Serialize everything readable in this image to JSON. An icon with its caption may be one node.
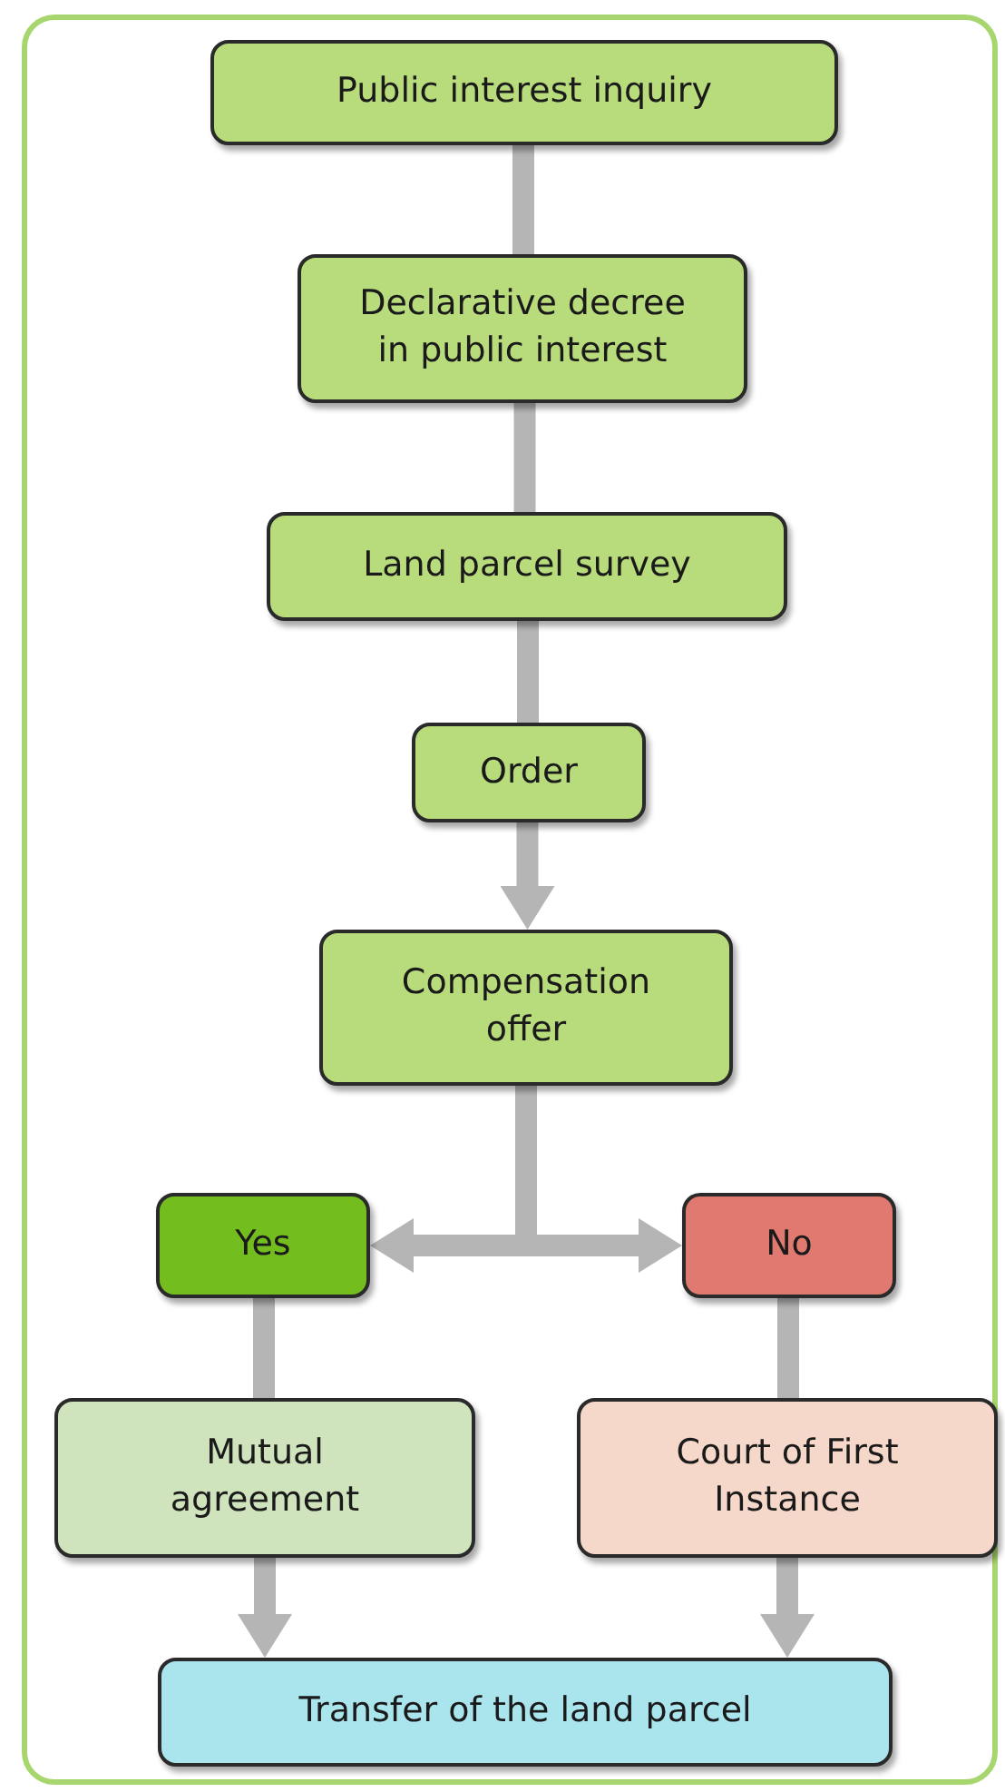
{
  "diagram": {
    "nodes": [
      {
        "text": [
          "Public interest inquiry"
        ]
      },
      {
        "text": [
          "Declarative decree in public interest"
        ]
      },
      {
        "text": [
          "Land parcel survey"
        ]
      },
      {
        "text": [
          "Order"
        ]
      },
      {
        "text": [
          "Compensation offer"
        ]
      },
      {
        "text": [
          "Yes"
        ]
      },
      {
        "text": [
          "No"
        ]
      },
      {
        "text": [
          "Mutual agreement"
        ]
      },
      {
        "text": [
          "Court of First Instance"
        ]
      },
      {
        "text": [
          "Transfer of the land parcel"
        ]
      }
    ],
    "edges": [
      {
        "from": 0,
        "to": 1,
        "arrow": "none"
      },
      {
        "from": 1,
        "to": 2,
        "arrow": "none"
      },
      {
        "from": 2,
        "to": 3,
        "arrow": "none"
      },
      {
        "from": 3,
        "to": 4,
        "arrow": "to"
      },
      {
        "from": 4,
        "to": 5,
        "arrow": "to"
      },
      {
        "from": 4,
        "to": 6,
        "arrow": "to"
      },
      {
        "from": 5,
        "to": 7,
        "arrow": "none"
      },
      {
        "from": 6,
        "to": 8,
        "arrow": "none"
      },
      {
        "from": 7,
        "to": 9,
        "arrow": "to"
      },
      {
        "from": 8,
        "to": 9,
        "arrow": "to"
      }
    ]
  }
}
